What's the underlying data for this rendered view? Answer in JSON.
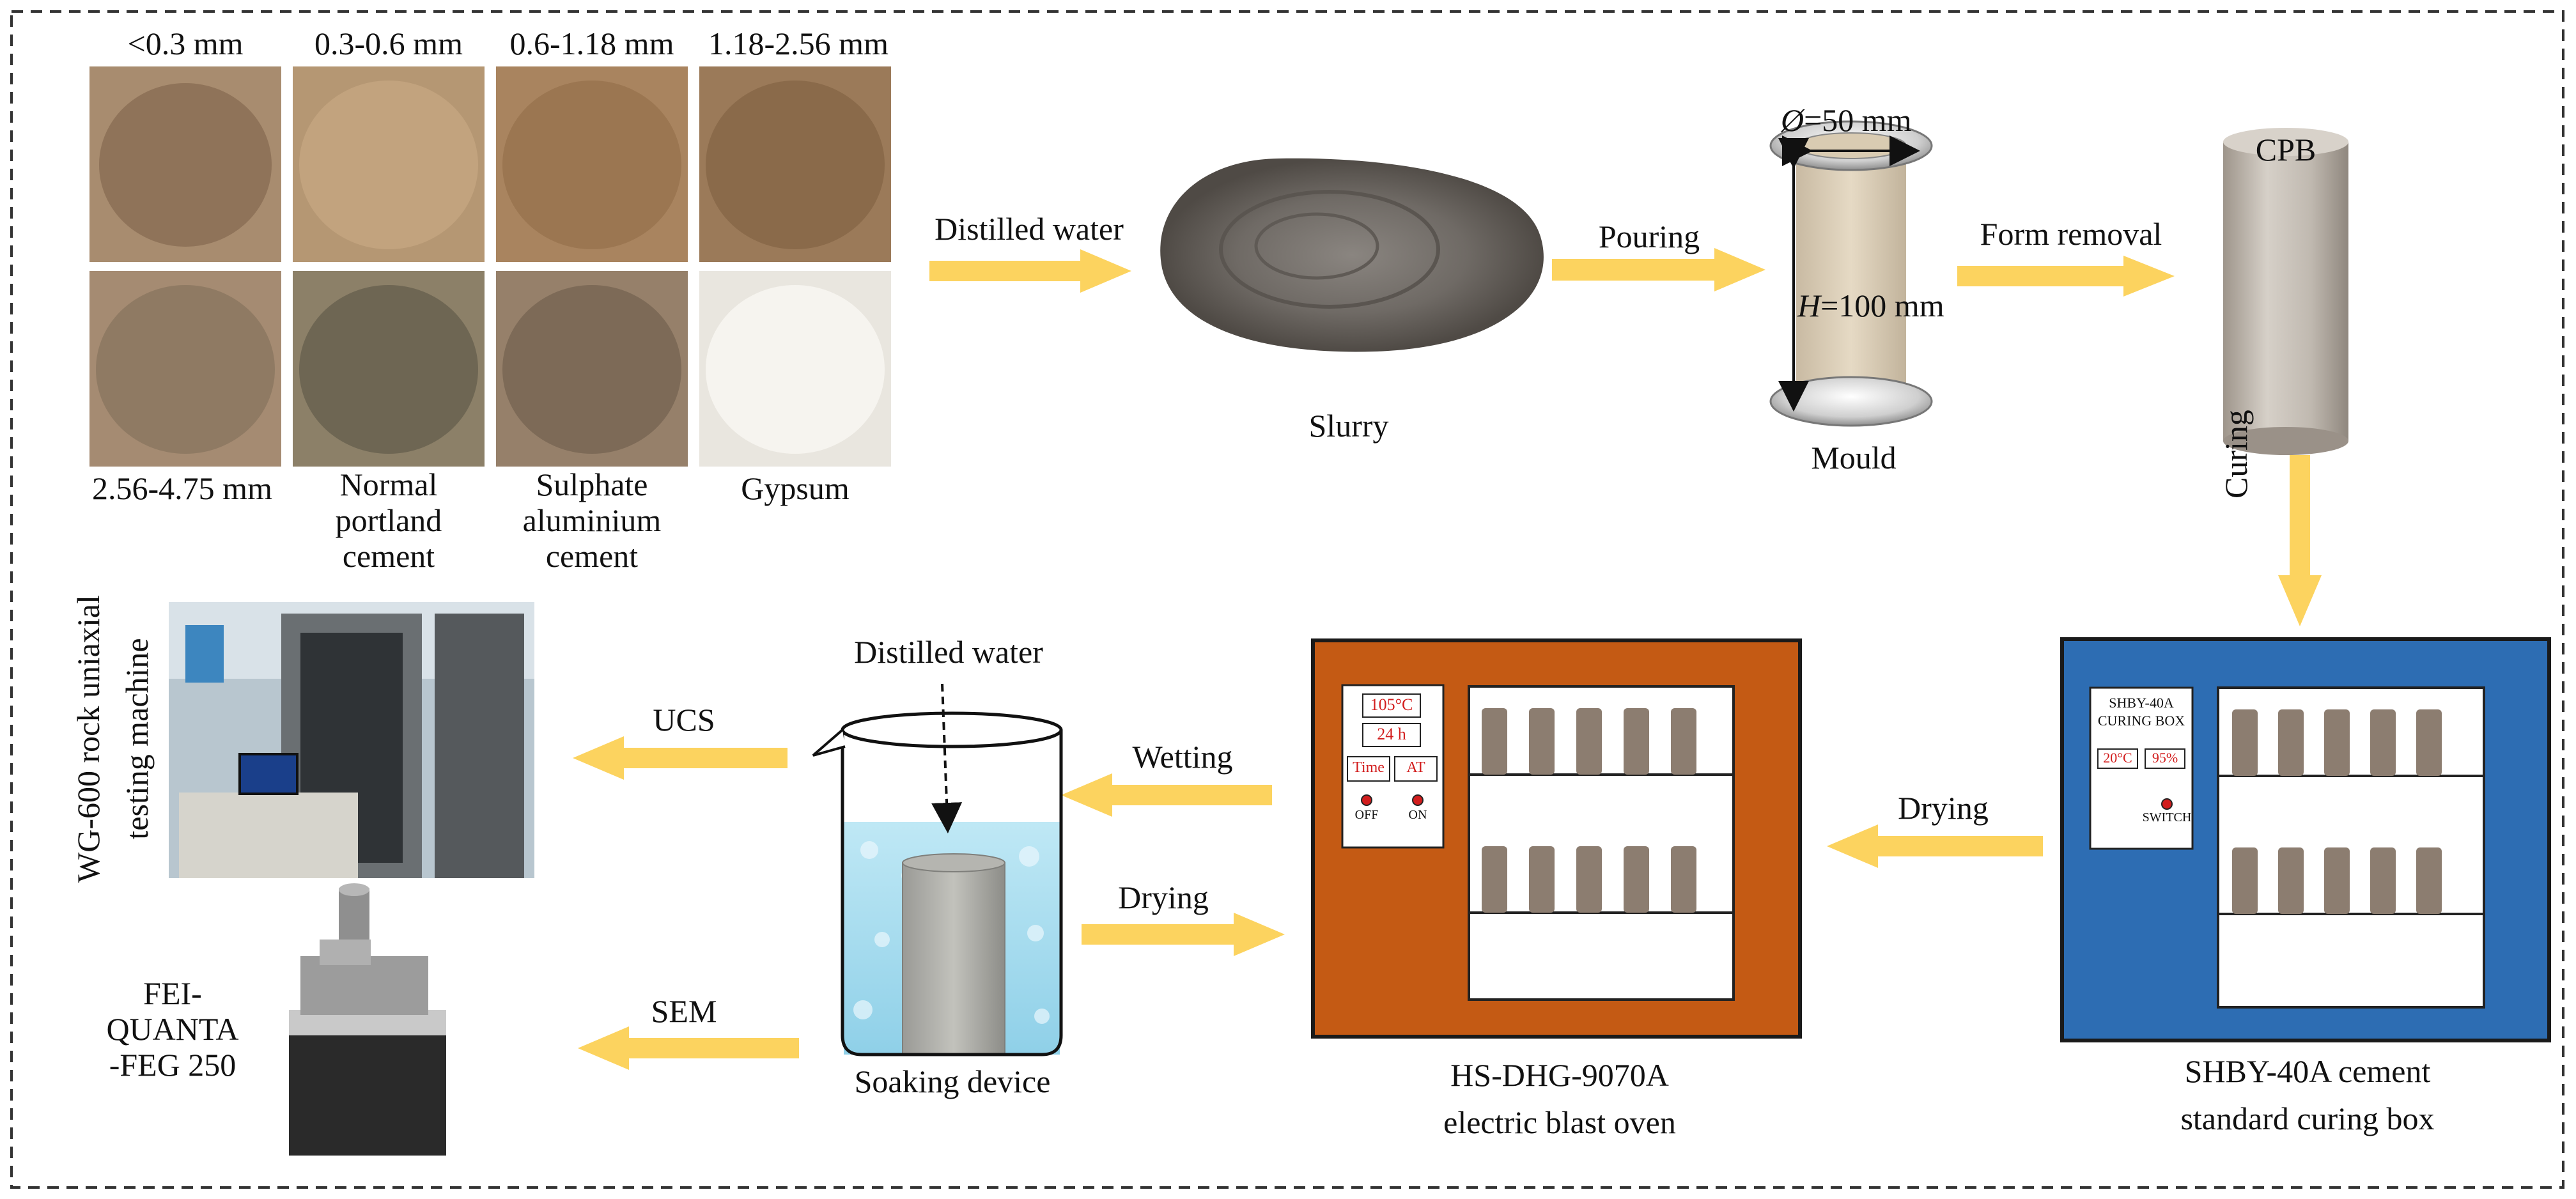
{
  "materials": {
    "top": [
      "<0.3 mm",
      "0.3-0.6 mm",
      "0.6-1.18 mm",
      "1.18-2.56 mm"
    ],
    "bottom": [
      "2.56-4.75 mm",
      "Normal\nportland\ncement",
      "Sulphate\naluminium\ncement",
      "Gypsum"
    ]
  },
  "steps": {
    "distilled_water": "Distilled water",
    "pouring": "Pouring",
    "form_removal": "Form removal",
    "curing": "Curing",
    "drying_right": "Drying",
    "wetting": "Wetting",
    "drying_mid": "Drying",
    "ucs": "UCS",
    "sem": "SEM",
    "soak_water": "Distilled water"
  },
  "slurry_label": "Slurry",
  "mould": {
    "diameter_symbol": "Ø",
    "diameter_value": "=50 mm",
    "height_symbol": "H",
    "height_value": "=100 mm",
    "label": "Mould"
  },
  "cpb_label": "CPB",
  "curing_box": {
    "panel_title_1": "SHBY-40A",
    "panel_title_2": "CURING BOX",
    "temp": "20°C",
    "humidity": "95%",
    "switch": "SWITCH",
    "caption_1": "SHBY-40A cement",
    "caption_2": "standard curing box"
  },
  "oven": {
    "temp": "105°C",
    "time": "24 h",
    "btn_time": "Time",
    "btn_at": "AT",
    "off": "OFF",
    "on": "ON",
    "caption_1": "HS-DHG-9070A",
    "caption_2": "electric blast oven"
  },
  "soaking_label": "Soaking device",
  "testing_machine_label_1": "WG-600 rock uniaxial",
  "testing_machine_label_2": "testing machine",
  "sem_label": "FEI-\nQUANTA\n-FEG 250",
  "colors": {
    "arrow": "#FCD35F",
    "oven_body": "#C45A14",
    "curing_body": "#2D6DB3",
    "specimen": "#8C7D70",
    "dash_border": "#333333"
  }
}
